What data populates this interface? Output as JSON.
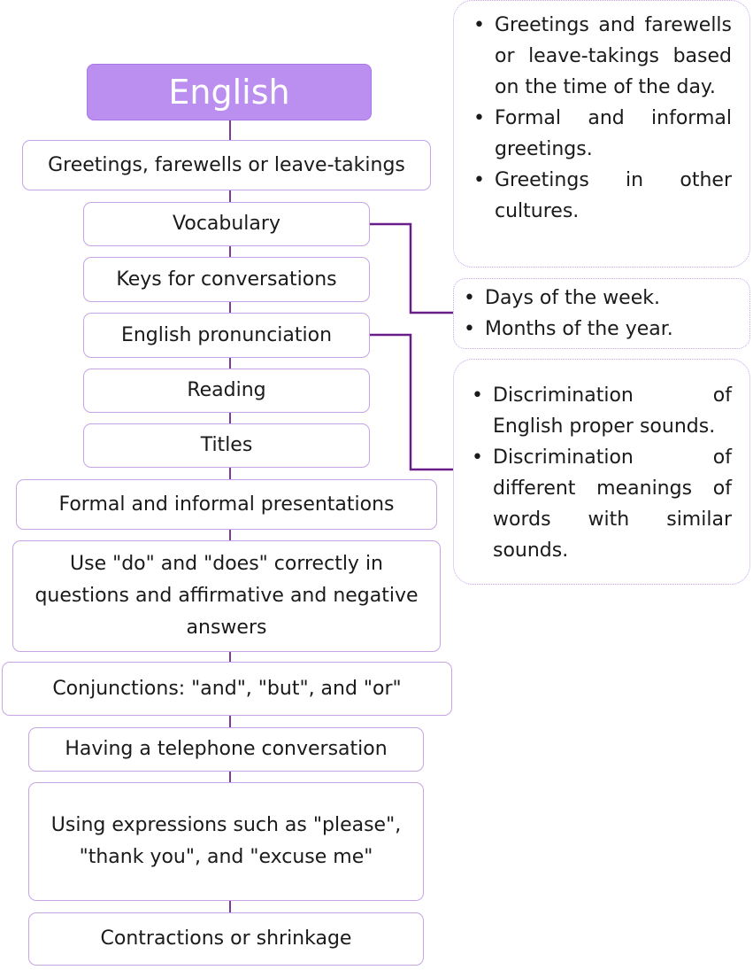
{
  "title": "English",
  "topics": [
    {
      "id": "greetings",
      "label": "Greetings, farewells or leave-takings"
    },
    {
      "id": "vocabulary",
      "label": "Vocabulary"
    },
    {
      "id": "keys",
      "label": "Keys for conversations"
    },
    {
      "id": "pronunciation",
      "label": "English pronunciation"
    },
    {
      "id": "reading",
      "label": "Reading"
    },
    {
      "id": "titles",
      "label": "Titles"
    },
    {
      "id": "presentations",
      "label": "Formal and informal presentations"
    },
    {
      "id": "do-does",
      "label": "Use \"do\" and \"does\" correctly in questions and affirmative and negative answers"
    },
    {
      "id": "conjunctions",
      "label": "Conjunctions: \"and\", \"but\", and \"or\""
    },
    {
      "id": "telephone",
      "label": "Having a telephone conversation"
    },
    {
      "id": "expressions",
      "label": "Using expressions such as \"please\", \"thank you\", and \"excuse me\""
    },
    {
      "id": "contractions",
      "label": "Contractions or shrinkage"
    }
  ],
  "notes": {
    "greetings": {
      "bullet": "•",
      "items": [
        "Greetings and farewells or leave-takings based on the time of the day.",
        "Formal and informal greetings.",
        "Greetings in other cultures."
      ]
    },
    "vocabulary": {
      "bullet": "•",
      "items": [
        "Days of the week.",
        "Months of the year."
      ]
    },
    "pronunciation": {
      "bullet": "•",
      "items": [
        "Discrimination of English proper sounds.",
        "Discrimination of different meanings of words with similar sounds."
      ]
    }
  },
  "colors": {
    "title_fill": "#bb8ff0",
    "box_border": "#c6a4e6",
    "connector": "#6a1e8a",
    "spine": "#7a3a99"
  }
}
